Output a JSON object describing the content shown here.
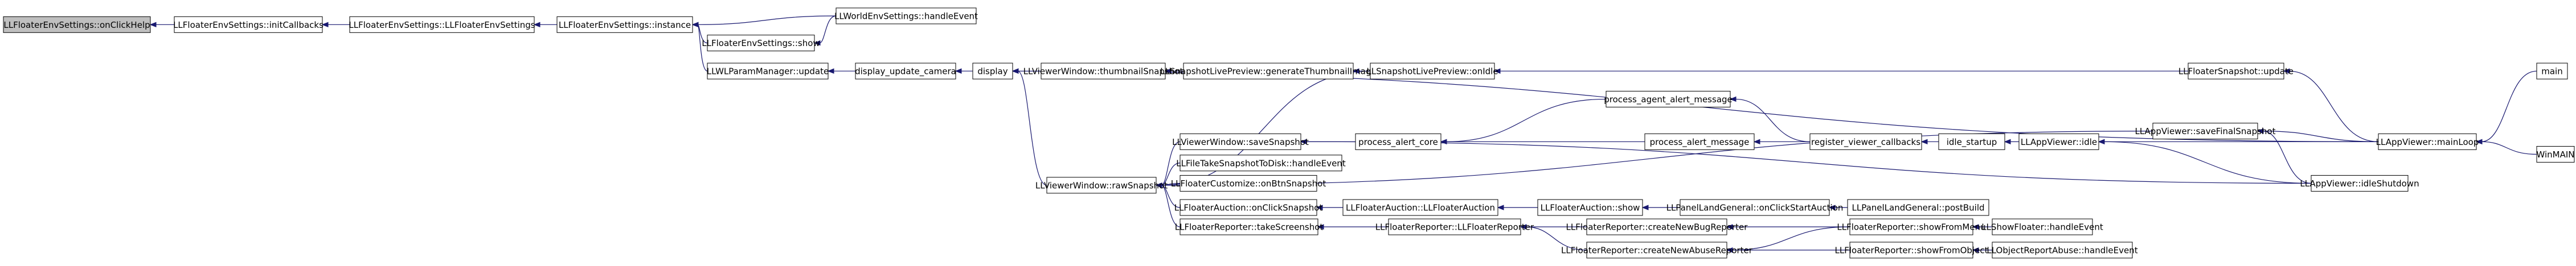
{
  "diagram": {
    "colors": {
      "edge": "#191970",
      "root_fill": "#bfbfbf",
      "node_fill": "#ffffff",
      "node_stroke": "#000000"
    },
    "nodes": [
      {
        "id": "n0",
        "label": "LLFloaterEnvSettings::onClickHelp",
        "root": true
      },
      {
        "id": "n1",
        "label": "LLFloaterEnvSettings::initCallbacks"
      },
      {
        "id": "n2",
        "label": "LLFloaterEnvSettings::LLFloaterEnvSettings"
      },
      {
        "id": "n3",
        "label": "LLFloaterEnvSettings::instance"
      },
      {
        "id": "n4",
        "label": "LLFloaterEnvSettings::show"
      },
      {
        "id": "n5",
        "label": "LLWorldEnvSettings::handleEvent"
      },
      {
        "id": "n6",
        "label": "LLWLParamManager::update"
      },
      {
        "id": "n7",
        "label": "display_update_camera"
      },
      {
        "id": "n8",
        "label": "display"
      },
      {
        "id": "n9",
        "label": "LLViewerWindow::thumbnailSnapshot"
      },
      {
        "id": "n10",
        "label": "LLSnapshotLivePreview::generateThumbnailImage"
      },
      {
        "id": "n11",
        "label": "LLSnapshotLivePreview::onIdle"
      },
      {
        "id": "n12",
        "label": "LLFloaterSnapshot::update"
      },
      {
        "id": "n13",
        "label": "LLAppViewer::mainLoop"
      },
      {
        "id": "n14",
        "label": "main"
      },
      {
        "id": "n15",
        "label": "WinMAIN"
      },
      {
        "id": "n16",
        "label": "LLViewerWindow::rawSnapshot"
      },
      {
        "id": "n17",
        "label": "LLViewerWindow::saveSnapshot"
      },
      {
        "id": "n18",
        "label": "process_alert_core"
      },
      {
        "id": "n19",
        "label": "process_agent_alert_message"
      },
      {
        "id": "n20",
        "label": "process_alert_message"
      },
      {
        "id": "n21",
        "label": "register_viewer_callbacks"
      },
      {
        "id": "n22",
        "label": "idle_startup"
      },
      {
        "id": "n23",
        "label": "LLAppViewer::idle"
      },
      {
        "id": "n24",
        "label": "LLAppViewer::saveFinalSnapshot"
      },
      {
        "id": "n25",
        "label": "LLAppViewer::idleShutdown"
      },
      {
        "id": "n26",
        "label": "LLFileTakeSnapshotToDisk::handleEvent"
      },
      {
        "id": "n27",
        "label": "LLFloaterCustomize::onBtnSnapshot"
      },
      {
        "id": "n28",
        "label": "LLFloaterAuction::onClickSnapshot"
      },
      {
        "id": "n29",
        "label": "LLFloaterAuction::LLFloaterAuction"
      },
      {
        "id": "n30",
        "label": "LLFloaterAuction::show"
      },
      {
        "id": "n31",
        "label": "LLPanelLandGeneral::onClickStartAuction"
      },
      {
        "id": "n32",
        "label": "LLPanelLandGeneral::postBuild"
      },
      {
        "id": "n33",
        "label": "LLFloaterReporter::takeScreenshot"
      },
      {
        "id": "n34",
        "label": "LLFloaterReporter::LLFloaterReporter"
      },
      {
        "id": "n35",
        "label": "LLFloaterReporter::createNewBugReporter"
      },
      {
        "id": "n36",
        "label": "LLFloaterReporter::showFromMenu"
      },
      {
        "id": "n37",
        "label": "LLShowFloater::handleEvent"
      },
      {
        "id": "n38",
        "label": "LLFloaterReporter::createNewAbuseReporter"
      },
      {
        "id": "n39",
        "label": "LLFloaterReporter::showFromObject"
      },
      {
        "id": "n40",
        "label": "LLObjectReportAbuse::handleEvent"
      }
    ],
    "edges": [
      [
        "n0",
        "n1"
      ],
      [
        "n1",
        "n2"
      ],
      [
        "n2",
        "n3"
      ],
      [
        "n3",
        "n4"
      ],
      [
        "n4",
        "n5"
      ],
      [
        "n3",
        "n5"
      ],
      [
        "n3",
        "n6"
      ],
      [
        "n6",
        "n7"
      ],
      [
        "n7",
        "n8"
      ],
      [
        "n8",
        "n13"
      ],
      [
        "n8",
        "n9"
      ],
      [
        "n8",
        "n16"
      ],
      [
        "n9",
        "n10"
      ],
      [
        "n10",
        "n11"
      ],
      [
        "n11",
        "n12"
      ],
      [
        "n12",
        "n13"
      ],
      [
        "n13",
        "n14"
      ],
      [
        "n13",
        "n15"
      ],
      [
        "n16",
        "n11"
      ],
      [
        "n16",
        "n17"
      ],
      [
        "n16",
        "n24"
      ],
      [
        "n16",
        "n26"
      ],
      [
        "n16",
        "n27"
      ],
      [
        "n16",
        "n28"
      ],
      [
        "n16",
        "n33"
      ],
      [
        "n17",
        "n18"
      ],
      [
        "n17",
        "n25"
      ],
      [
        "n18",
        "n19"
      ],
      [
        "n18",
        "n20"
      ],
      [
        "n19",
        "n21"
      ],
      [
        "n20",
        "n21"
      ],
      [
        "n21",
        "n22"
      ],
      [
        "n22",
        "n23"
      ],
      [
        "n23",
        "n13"
      ],
      [
        "n23",
        "n25"
      ],
      [
        "n24",
        "n25"
      ],
      [
        "n24",
        "n13"
      ],
      [
        "n28",
        "n29"
      ],
      [
        "n29",
        "n30"
      ],
      [
        "n30",
        "n31"
      ],
      [
        "n31",
        "n32"
      ],
      [
        "n33",
        "n34"
      ],
      [
        "n34",
        "n35"
      ],
      [
        "n34",
        "n38"
      ],
      [
        "n35",
        "n36"
      ],
      [
        "n36",
        "n37"
      ],
      [
        "n38",
        "n36"
      ],
      [
        "n38",
        "n39"
      ],
      [
        "n39",
        "n40"
      ]
    ]
  }
}
